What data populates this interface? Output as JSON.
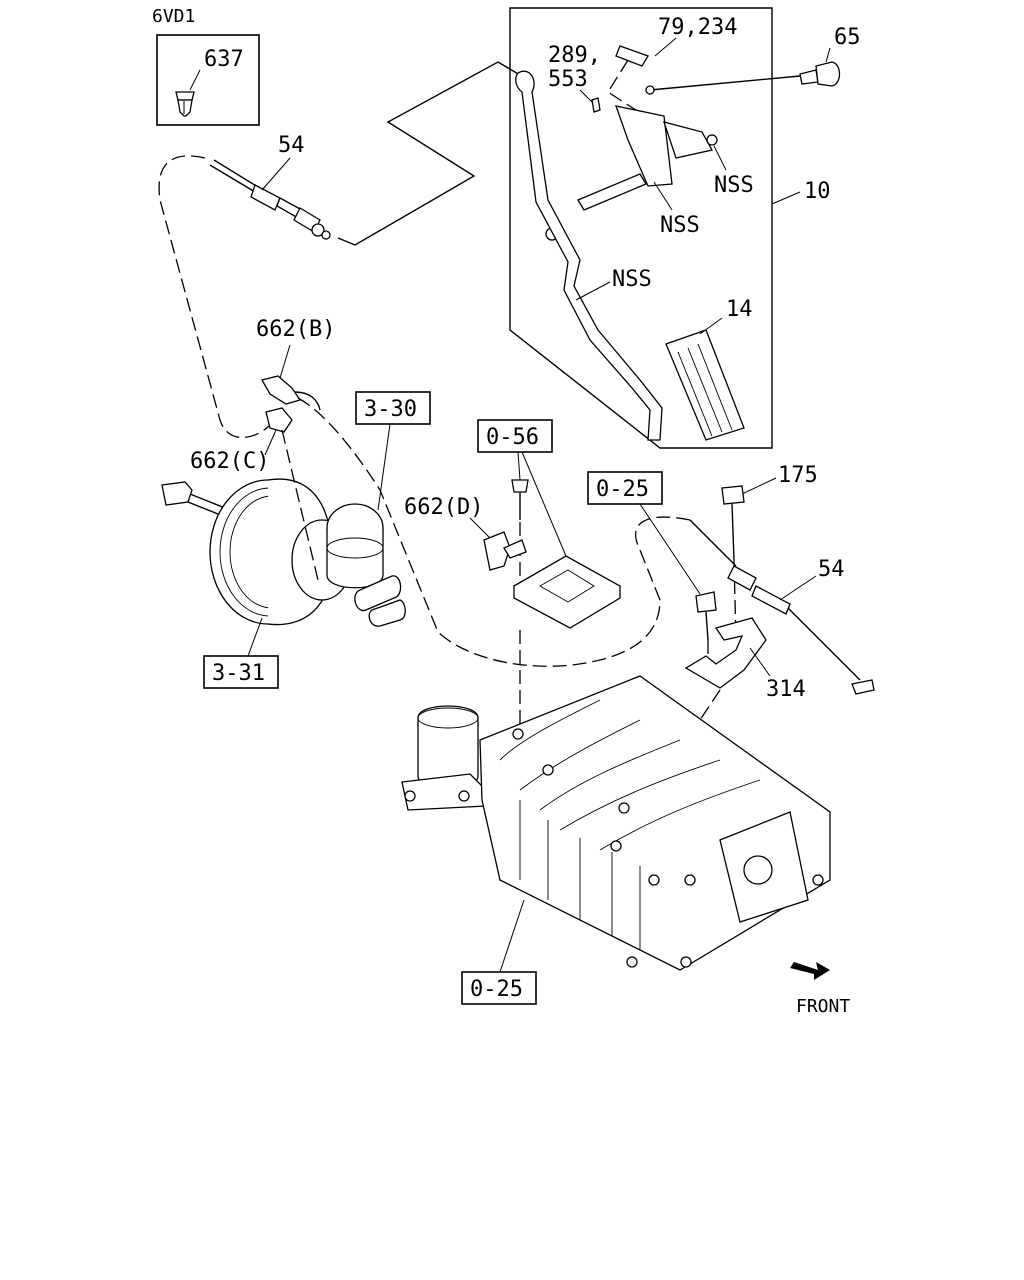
{
  "model": "6VD1",
  "callouts": {
    "c637": "637",
    "c54_top": "54",
    "c662b": "662(B)",
    "c662c": "662(C)",
    "c662d": "662(D)",
    "c79_234": "79,234",
    "c289": "289,",
    "c553": "553",
    "c65": "65",
    "c10": "10",
    "nss_1": "NSS",
    "nss_2": "NSS",
    "nss_3": "NSS",
    "c14": "14",
    "c175": "175",
    "c54_right": "54",
    "c314": "314"
  },
  "refs": {
    "r3_30": "3-30",
    "r3_31": "3-31",
    "r0_56": "0-56",
    "r0_25_top": "0-25",
    "r0_25_bottom": "0-25"
  },
  "front_label": "FRONT"
}
